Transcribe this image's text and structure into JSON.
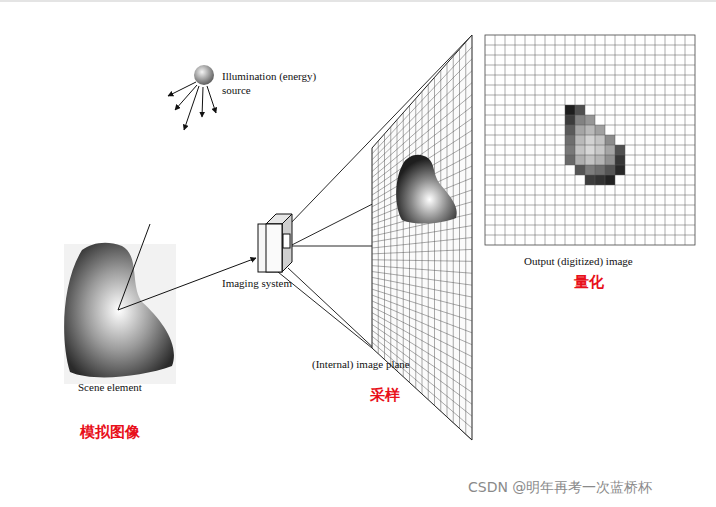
{
  "diagram": {
    "labels": [
      "Illumination (energy) source",
      "Scene element",
      "模拟图像",
      "Imaging system",
      "(Internal) image plane",
      "采样",
      "Output (digitized) image",
      "量化",
      "CSDN @明年再考一次蓝桥杯"
    ]
  }
}
